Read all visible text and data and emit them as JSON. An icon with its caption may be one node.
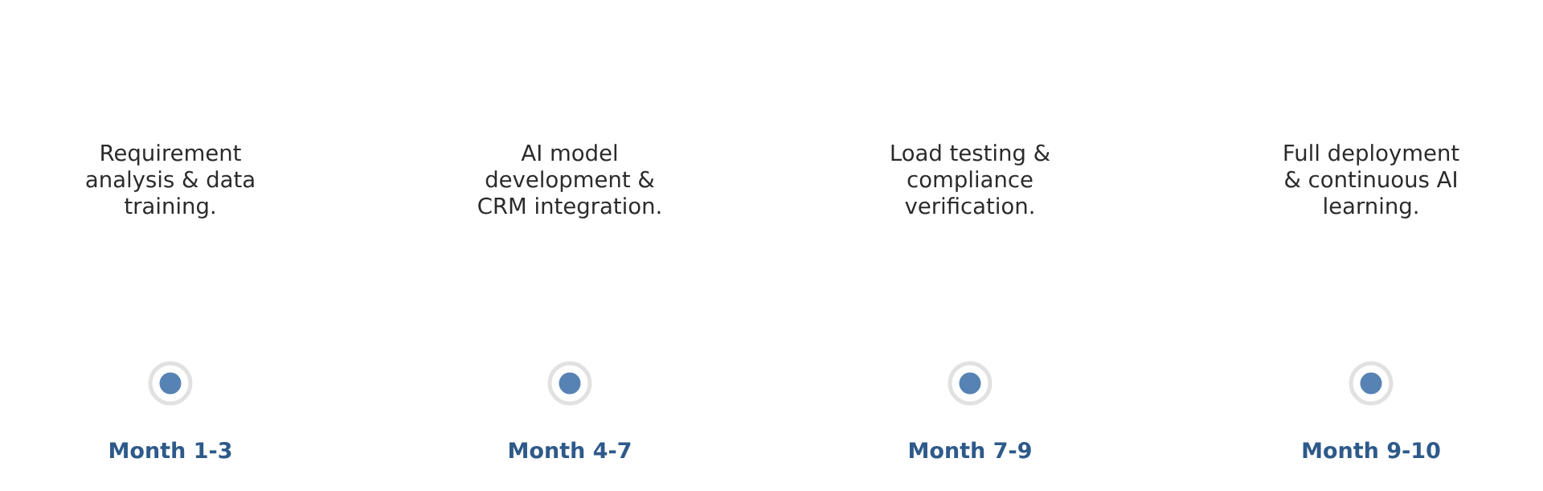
{
  "diagram": {
    "nodes": [
      {
        "text": [],
        "shape": "circle",
        "beside": [
          "Month 1-3"
        ]
      },
      {
        "text": [],
        "shape": "circle",
        "beside": [
          "Month 4-7"
        ]
      },
      {
        "text": [],
        "shape": "circle",
        "beside": [
          "Month 7-9"
        ]
      },
      {
        "text": [],
        "shape": "circle",
        "beside": [
          "Month 9-10"
        ]
      }
    ],
    "labels": [
      "Requirement analysis & data training.",
      "AI model development & CRM integration.",
      "Load testing & compliance verification.",
      "Full deployment & continuous AI learning."
    ]
  }
}
